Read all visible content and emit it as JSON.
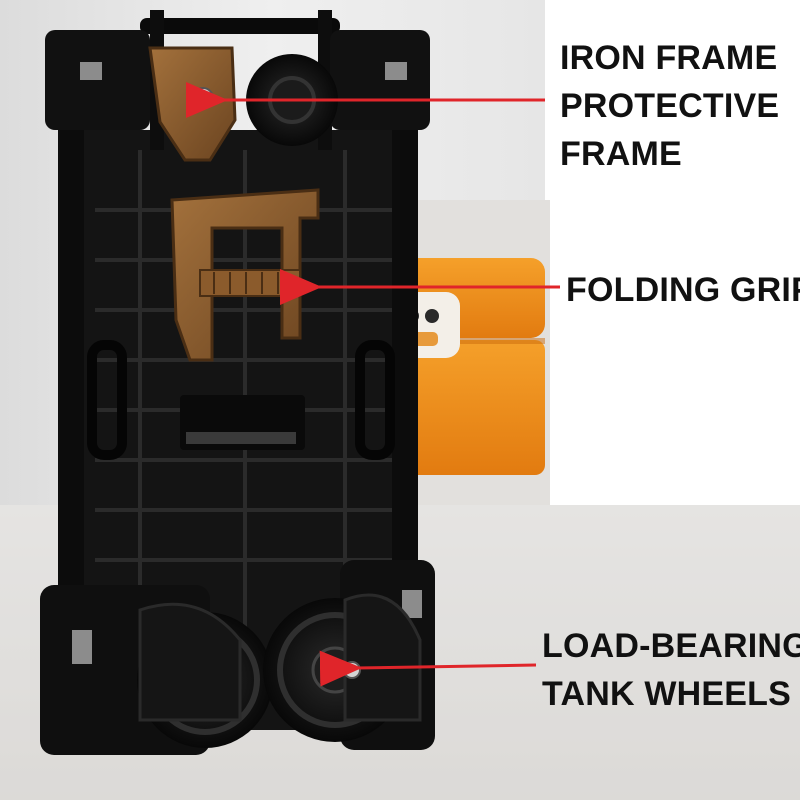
{
  "callouts": {
    "iron_frame": {
      "lines": [
        "IRON FRAME",
        "PROTECTIVE",
        "FRAME"
      ]
    },
    "folding_grip": {
      "lines": [
        "FOLDING GRIP"
      ]
    },
    "wheels": {
      "lines": [
        "LOAD-BEARING",
        "TANK WHEELS"
      ]
    }
  },
  "colors": {
    "arrow": "#e0252a",
    "cart_body": "#121212",
    "accent_parts": "#8a5a2e",
    "sofa": "#f08c1a",
    "wall": "#e9e8e6",
    "floor": "#d9d7d4"
  },
  "icons": [
    "arrow-left-icon"
  ]
}
